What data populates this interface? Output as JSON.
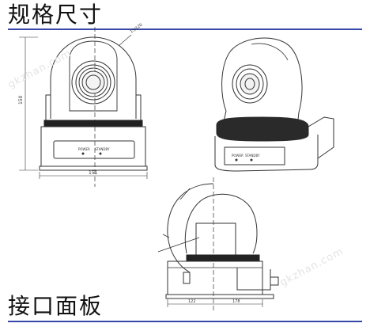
{
  "sections": {
    "dimensions_title": "规格尺寸",
    "interface_title": "接口面板"
  },
  "front_view": {
    "height_dim": "150",
    "width_dim": "151",
    "angle_dim": "15/120",
    "power_label": "POWER",
    "standby_label": "STANDBY"
  },
  "iso_view": {
    "power_label": "POWER",
    "standby_label": "STANDBY"
  },
  "side_view": {
    "dim_a": "122",
    "dim_b": "178"
  },
  "watermarks": [
    "gkzhan.com",
    "gkzhan.com"
  ]
}
